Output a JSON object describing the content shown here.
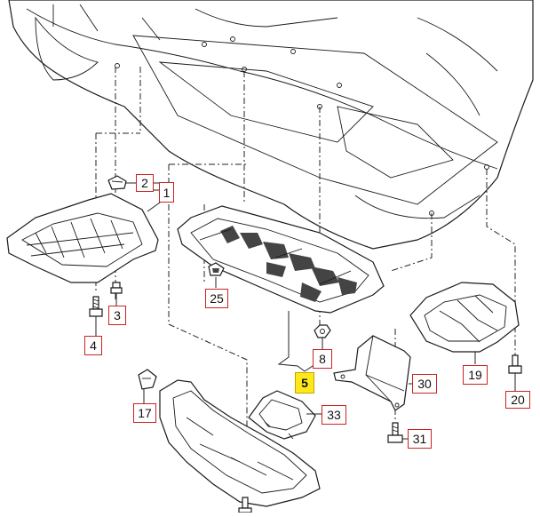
{
  "diagram": {
    "callouts": [
      {
        "id": "c2",
        "label": "2"
      },
      {
        "id": "c1",
        "label": "1"
      },
      {
        "id": "c25",
        "label": "25"
      },
      {
        "id": "c3",
        "label": "3"
      },
      {
        "id": "c4",
        "label": "4"
      },
      {
        "id": "c8",
        "label": "8"
      },
      {
        "id": "c5",
        "label": "5"
      },
      {
        "id": "c30",
        "label": "30"
      },
      {
        "id": "c19",
        "label": "19"
      },
      {
        "id": "c20",
        "label": "20"
      },
      {
        "id": "c17",
        "label": "17"
      },
      {
        "id": "c33",
        "label": "33"
      },
      {
        "id": "c31",
        "label": "31"
      }
    ],
    "highlight_color": "#ffe81a",
    "callout_border_color": "#cc2222"
  }
}
